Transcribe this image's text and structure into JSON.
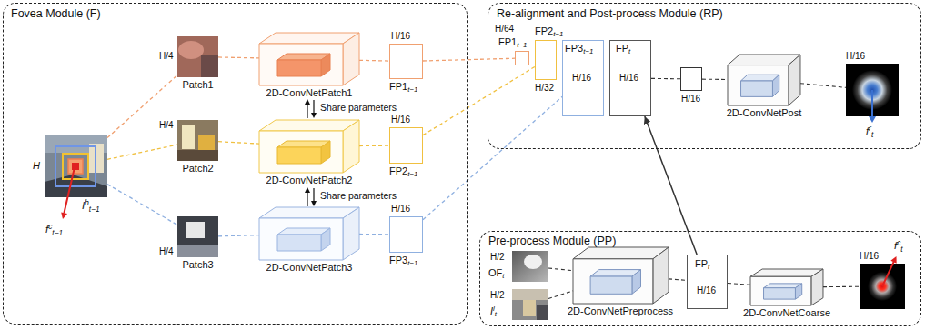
{
  "diagram": {
    "nodes": [
      {
        "text": [
          "Fovea Module (F)"
        ]
      },
      {
        "text": [
          "H",
          "I",
          "h",
          "t−1"
        ],
        "in": 0
      },
      {
        "text": [
          "H/4",
          "Patch1"
        ],
        "in": 0
      },
      {
        "text": [
          "H/4",
          "Patch2"
        ],
        "in": 0
      },
      {
        "text": [
          "H/4",
          "Patch3"
        ],
        "in": 0
      },
      {
        "text": [
          "2D-ConvNetPatch1"
        ],
        "in": 0
      },
      {
        "text": [
          "2D-ConvNetPatch2"
        ],
        "in": 0
      },
      {
        "text": [
          "2D-ConvNetPatch3"
        ],
        "in": 0
      },
      {
        "text": [
          "H/16",
          "FP1",
          "t−1"
        ],
        "in": 0
      },
      {
        "text": [
          "H/16",
          "FP2",
          "t−1"
        ],
        "in": 0
      },
      {
        "text": [
          "H/16",
          "FP3",
          "t−1"
        ],
        "in": 0
      },
      {
        "text": [
          "Re-alignment and Post-process Module (RP)"
        ]
      },
      {
        "text": [
          "H/64",
          "FP1",
          "t−1"
        ],
        "in": 11
      },
      {
        "text": [
          "FP2",
          "t−1",
          "H/32"
        ],
        "in": 11
      },
      {
        "text": [
          "FP3",
          "t−1",
          "H/16"
        ],
        "in": 11
      },
      {
        "text": [
          "FP",
          "t",
          "H/16"
        ],
        "in": 11
      },
      {
        "text": [
          "H/16"
        ],
        "in": 11
      },
      {
        "text": [
          "2D-ConvNetPost"
        ],
        "in": 11
      },
      {
        "text": [
          "H/16"
        ],
        "in": 11
      },
      {
        "text": [
          "Pre-process Module (PP)"
        ]
      },
      {
        "text": [
          "H/2",
          "OF",
          "t"
        ],
        "in": 19
      },
      {
        "text": [
          "H/2",
          "I",
          "l",
          "t"
        ],
        "in": 19
      },
      {
        "text": [
          "2D-ConvNetPreprocess"
        ],
        "in": 19
      },
      {
        "text": [
          "H/16",
          "FP",
          "t"
        ],
        "in": 19
      },
      {
        "text": [
          "2D-ConvNetCoarse"
        ],
        "in": 19
      },
      {
        "text": [
          "H/16"
        ],
        "in": 19
      }
    ],
    "edges": [
      {
        "from": 1,
        "to": 2,
        "arrow": "none"
      },
      {
        "from": 1,
        "to": 3,
        "arrow": "none"
      },
      {
        "from": 1,
        "to": 4,
        "arrow": "none"
      },
      {
        "from": 2,
        "to": 5,
        "arrow": "none"
      },
      {
        "from": 3,
        "to": 6,
        "arrow": "none"
      },
      {
        "from": 4,
        "to": 7,
        "arrow": "none"
      },
      {
        "from": 5,
        "to": 8,
        "arrow": "none"
      },
      {
        "from": 6,
        "to": 9,
        "arrow": "none"
      },
      {
        "from": 7,
        "to": 10,
        "arrow": "none"
      },
      {
        "from": 8,
        "to": 12,
        "arrow": "none"
      },
      {
        "from": 9,
        "to": 13,
        "arrow": "none"
      },
      {
        "from": 10,
        "to": 14,
        "arrow": "none"
      },
      {
        "from": 15,
        "to": 16,
        "arrow": "none"
      },
      {
        "from": 16,
        "to": 17,
        "arrow": "none"
      },
      {
        "from": 17,
        "to": 18,
        "arrow": "none"
      },
      {
        "from": 20,
        "to": 22,
        "arrow": "none"
      },
      {
        "from": 21,
        "to": 22,
        "arrow": "none"
      },
      {
        "from": 22,
        "to": 23,
        "arrow": "none"
      },
      {
        "from": 23,
        "to": 24,
        "arrow": "none"
      },
      {
        "from": 24,
        "to": 25,
        "arrow": "none"
      },
      {
        "from": 23,
        "to": 15,
        "arrow": "to"
      }
    ],
    "labels": [
      "f",
      "c",
      "t−1",
      "Share parameters",
      "Share parameters",
      "f",
      "r",
      "t",
      "f",
      "c",
      "t"
    ]
  }
}
